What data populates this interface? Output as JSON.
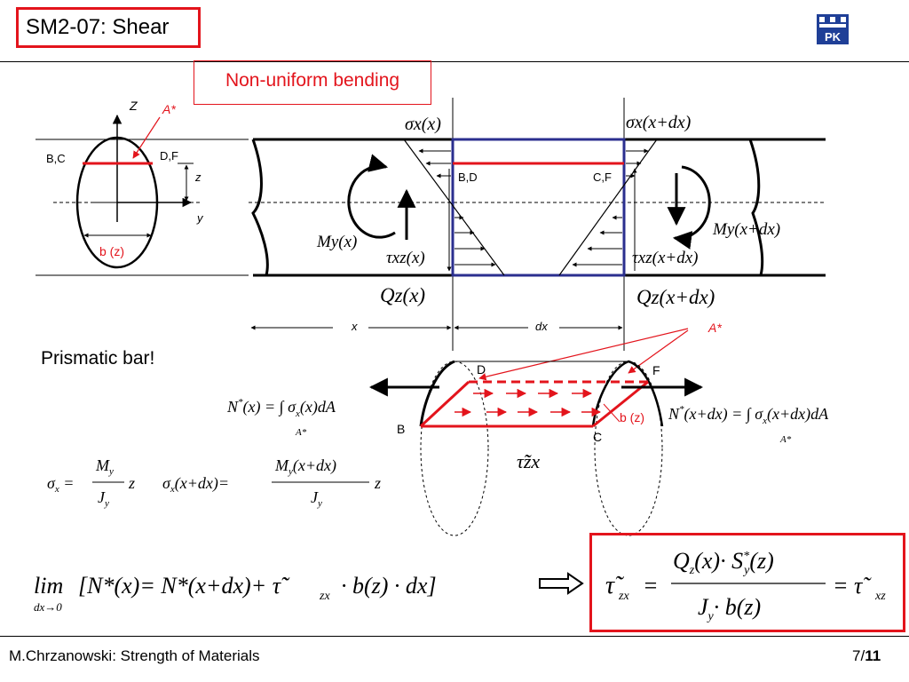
{
  "slide": {
    "title": "SM2-07: Shear",
    "subtitle": "Non-uniform bending",
    "prismatic_note": "Prismatic bar!",
    "footer_left": "M.Chrzanowski: Strength of Materials",
    "footer_page": "7/",
    "footer_total": "11"
  },
  "cross_section": {
    "axis_z": "Z",
    "axis_y": "y",
    "label_bc": "B,C",
    "label_df": "D,F",
    "label_z": "z",
    "area_label": "A*",
    "width_label": "b (z)"
  },
  "beam": {
    "sigma_left": "σx(x)",
    "sigma_right": "σx(x+dx)",
    "label_bd": "B,D",
    "label_cf": "C,F",
    "moment_left": "My(x)",
    "moment_right": "My(x+dx)",
    "tau_left": "τxz(x)",
    "tau_right": "τxz(x+dx)",
    "shear_left": "Qz(x)",
    "shear_right": "Qz(x+dx)",
    "dim_x": "x",
    "dim_dx": "dx",
    "area_label": "A*"
  },
  "cylinder": {
    "label_d": "D",
    "label_f": "F",
    "label_b": "B",
    "label_c": "C",
    "width_label": "b (z)",
    "tau_label": "τ̃̃zx"
  },
  "colors": {
    "accent_red": "#e3141c",
    "box_blue": "#2b2f8f"
  },
  "icons": [
    "university-logo-icon"
  ]
}
